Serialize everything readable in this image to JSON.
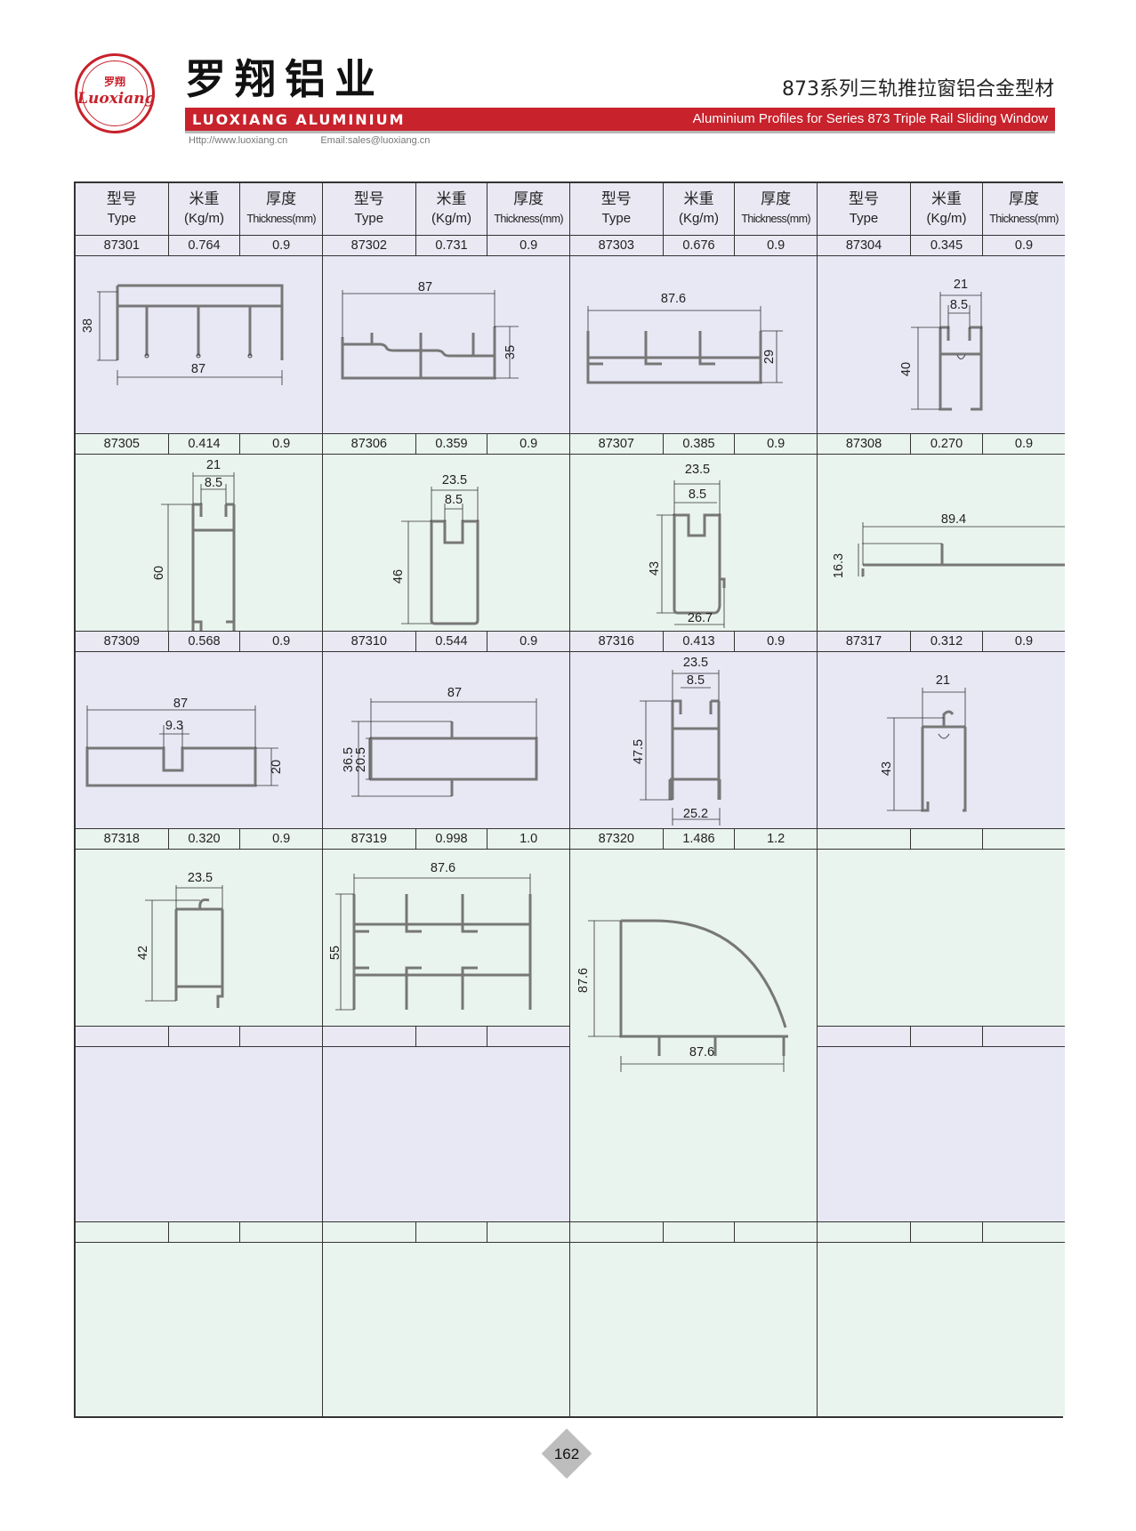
{
  "header": {
    "logo": {
      "cn": "罗翔",
      "script": "Luoxiang"
    },
    "brand_cn": "罗翔铝业",
    "brand_en": "LUOXIANG ALUMINIUM",
    "series_cn": "873系列三轨推拉窗铝合金型材",
    "series_en": "Aluminium Profiles for Series 873 Triple Rail Sliding Window",
    "website": "Http://www.luoxiang.cn",
    "email": "Email:sales@luoxiang.cn",
    "brand_color": "#c8222c"
  },
  "table": {
    "columns": [
      {
        "cn": "型号",
        "en": "Type"
      },
      {
        "cn": "米重",
        "en": "(Kg/m)"
      },
      {
        "cn": "厚度",
        "en": "Thickness(mm)"
      }
    ],
    "products": [
      {
        "type": "87301",
        "weight": "0.764",
        "thickness": "0.9",
        "dims": [
          "38",
          "87"
        ]
      },
      {
        "type": "87302",
        "weight": "0.731",
        "thickness": "0.9",
        "dims": [
          "87",
          "35"
        ]
      },
      {
        "type": "87303",
        "weight": "0.676",
        "thickness": "0.9",
        "dims": [
          "87.6",
          "29"
        ]
      },
      {
        "type": "87304",
        "weight": "0.345",
        "thickness": "0.9",
        "dims": [
          "21",
          "8.5",
          "40"
        ]
      },
      {
        "type": "87305",
        "weight": "0.414",
        "thickness": "0.9",
        "dims": [
          "21",
          "8.5",
          "60"
        ]
      },
      {
        "type": "87306",
        "weight": "0.359",
        "thickness": "0.9",
        "dims": [
          "23.5",
          "8.5",
          "46"
        ]
      },
      {
        "type": "87307",
        "weight": "0.385",
        "thickness": "0.9",
        "dims": [
          "23.5",
          "8.5",
          "43",
          "26.7"
        ]
      },
      {
        "type": "87308",
        "weight": "0.270",
        "thickness": "0.9",
        "dims": [
          "89.4",
          "16.3"
        ]
      },
      {
        "type": "87309",
        "weight": "0.568",
        "thickness": "0.9",
        "dims": [
          "87",
          "9.3",
          "20"
        ]
      },
      {
        "type": "87310",
        "weight": "0.544",
        "thickness": "0.9",
        "dims": [
          "87",
          "36.5",
          "20.5"
        ]
      },
      {
        "type": "87316",
        "weight": "0.413",
        "thickness": "0.9",
        "dims": [
          "23.5",
          "8.5",
          "47.5",
          "25.2"
        ]
      },
      {
        "type": "87317",
        "weight": "0.312",
        "thickness": "0.9",
        "dims": [
          "21",
          "43"
        ]
      },
      {
        "type": "87318",
        "weight": "0.320",
        "thickness": "0.9",
        "dims": [
          "23.5",
          "42"
        ]
      },
      {
        "type": "87319",
        "weight": "0.998",
        "thickness": "1.0",
        "dims": [
          "87.6",
          "55"
        ]
      },
      {
        "type": "87320",
        "weight": "1.486",
        "thickness": "1.2",
        "dims": [
          "87.6",
          "87.6"
        ]
      },
      {
        "type": "",
        "weight": "",
        "thickness": "",
        "dims": []
      }
    ]
  },
  "footer": {
    "page_number": "162"
  }
}
